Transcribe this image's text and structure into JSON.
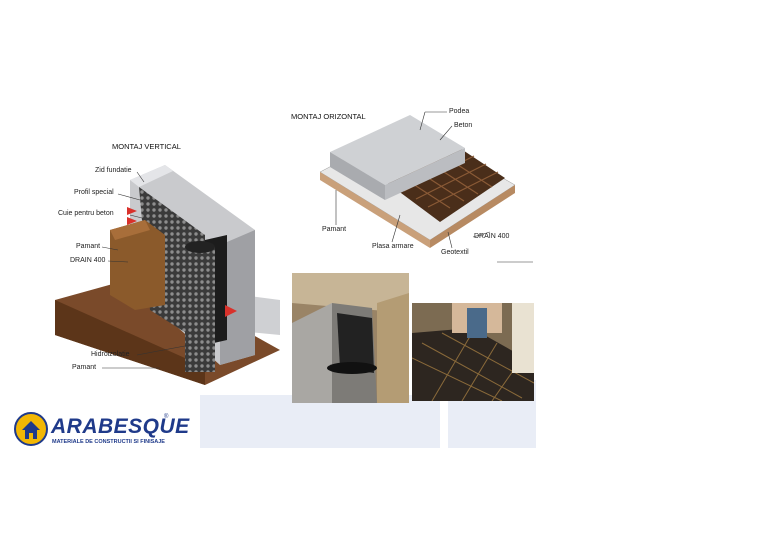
{
  "vertical": {
    "title": "MONTAJ VERTICAL",
    "labels": {
      "zid_fundatie": "Zid fundatie",
      "profil_special": "Profil special",
      "cuie": "Cuie pentru beton",
      "pamant_top": "Pamant",
      "drain": "DRAIN 400",
      "hidroizolatie": "Hidroizolatie",
      "pamant_bottom": "Pamant"
    }
  },
  "horizontal": {
    "title": "MONTAJ ORIZONTAL",
    "labels": {
      "podea": "Podea",
      "beton": "Beton",
      "pamant": "Pamant",
      "plasa": "Plasa armare",
      "geotextil": "Geotextil",
      "drain": "DRAIN 400"
    }
  },
  "logo": {
    "name": "ARABESQUE",
    "registered": "®",
    "tagline": "MATERIALE DE CONSTRUCTII SI FINISAJE"
  },
  "colors": {
    "brand_blue": "#1f3a8a",
    "brand_yellow": "#f2b705",
    "panel_bg": "#e9edf6"
  }
}
